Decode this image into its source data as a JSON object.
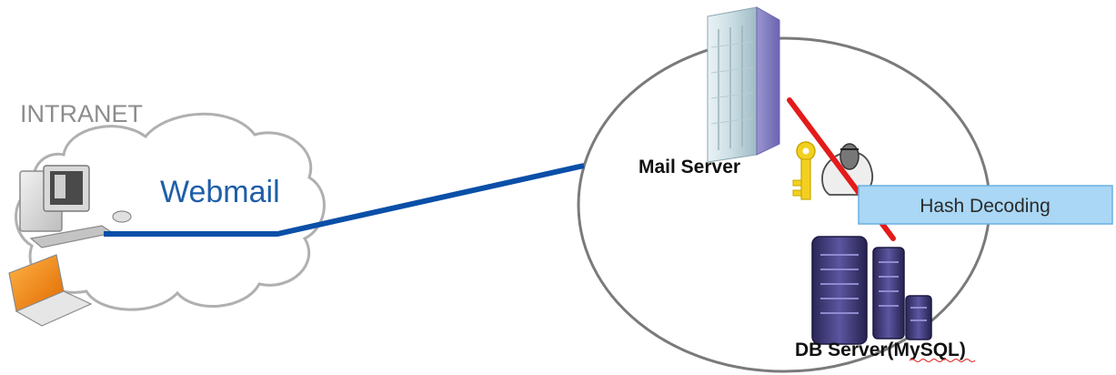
{
  "diagram": {
    "intranet_label": "INTRANET",
    "webmail_label": "Webmail",
    "mail_server_label": "Mail Server",
    "db_server_label": "DB Server(MySQL)",
    "hash_decoding_label": "Hash Decoding"
  },
  "colors": {
    "link_line": "#0a4fa8",
    "attack_line": "#e31b1b",
    "hash_box_fill": "#a9d7f5",
    "hash_box_border": "#6ab0e0",
    "circle_stroke": "#7a7a7a",
    "cloud_stroke": "#b0b0b0"
  },
  "icons": {
    "client_desktop": "desktop-computer-icon",
    "client_laptop": "laptop-icon",
    "mail_server": "tower-server-icon",
    "db_server": "server-rack-icon",
    "key": "key-icon",
    "attacker": "hacker-icon"
  }
}
